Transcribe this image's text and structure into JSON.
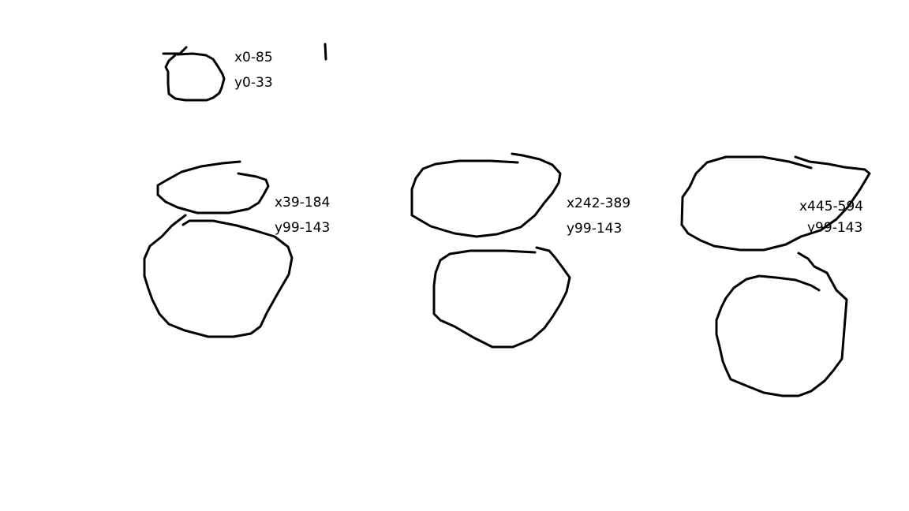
{
  "labels": {
    "shape_small": {
      "x": "x0-85",
      "y": "y0-33"
    },
    "group_left": {
      "x": "x39-184",
      "y": "y99-143"
    },
    "group_middle": {
      "x": "x242-389",
      "y": "y99-143"
    },
    "group_right": {
      "x": "x445-594",
      "y": "y99-143"
    }
  }
}
